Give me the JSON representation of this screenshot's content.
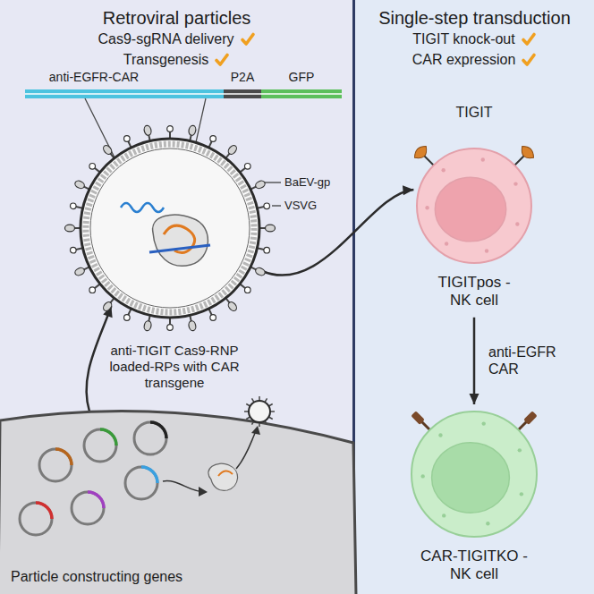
{
  "diagram": {
    "nodes": [
      {
        "text": [
          "Retroviral particles",
          "Cas9-sgRNA delivery",
          "Transgenesis"
        ]
      },
      {
        "text": [
          "anti-TIGIT Cas9-RNP loaded-RPs with CAR transgene"
        ],
        "in": 0
      },
      {
        "text": [
          "Particle constructing genes"
        ],
        "in": 0
      },
      {
        "text": [
          "Single-step transduction",
          "TIGIT knock-out",
          "CAR expression"
        ]
      },
      {
        "text": [
          "TIGITpos -NK cell"
        ],
        "in": 3
      },
      {
        "text": [
          "CAR-TIGITKO -NK cell"
        ],
        "in": 3
      }
    ],
    "edges": [
      {
        "from": 2,
        "to": 1,
        "arrow": "to"
      },
      {
        "from": 1,
        "to": 4,
        "arrow": "to"
      },
      {
        "from": 4,
        "to": 5,
        "label": "anti-EGFR CAR",
        "arrow": "to"
      }
    ],
    "labels": [
      "anti-EGFR-CAR",
      "P2A",
      "GFP",
      "BaEV-gp",
      "VSVG",
      "TIGIT"
    ]
  }
}
